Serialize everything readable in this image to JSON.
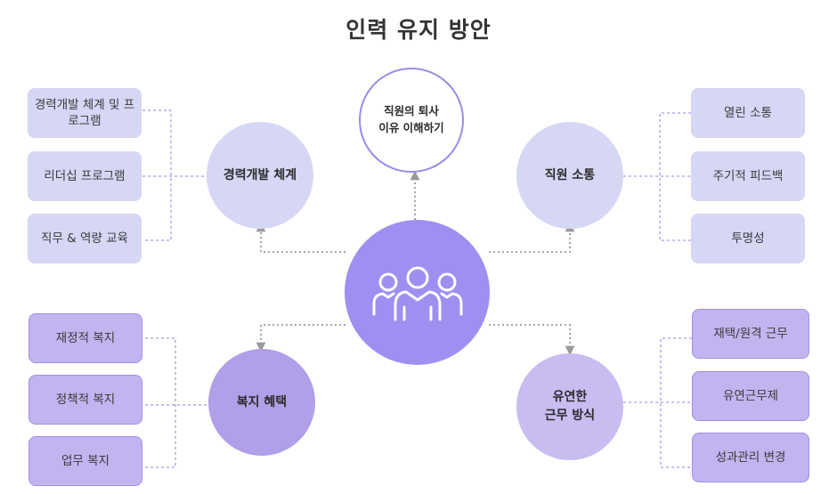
{
  "title": "인력 유지 방안",
  "center": {
    "icon": "people-group-icon"
  },
  "top": {
    "label_line1": "직원의 퇴사",
    "label_line2": "이유 이해하기"
  },
  "hubs": {
    "career": "경력개발 체계",
    "communication": "직원 소통",
    "welfare": "복지 혜택",
    "flexible_line1": "유연한",
    "flexible_line2": "근무 방식"
  },
  "career_items": [
    "경력개발 체계 및 프로그램",
    "리더십 프로그램",
    "직무 & 역량 교육"
  ],
  "communication_items": [
    "열린 소통",
    "주기적 피드백",
    "투명성"
  ],
  "welfare_items": [
    "재정적 복지",
    "정책적 복지",
    "업무 복지"
  ],
  "flexible_items": [
    "재택/원격 근무",
    "유연근무제",
    "성과관리 변경"
  ],
  "colors": {
    "light_lavender": "#d6d6f5",
    "medium_purple": "#b19fe9",
    "center_purple": "#a08ff0",
    "connector": "#a89be6",
    "arrow": "#999999"
  }
}
